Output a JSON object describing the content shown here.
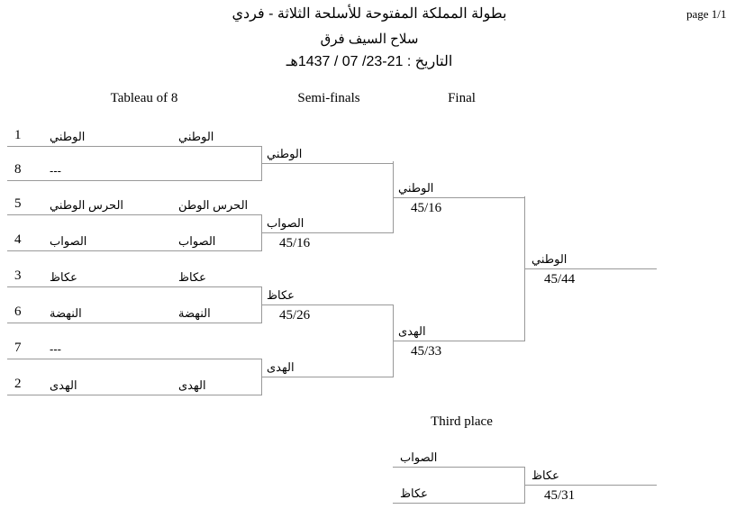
{
  "header": {
    "title": "بطولة المملكة المفتوحة للأسلحة الثلاثة - فردي",
    "subtitle": "سلاح السيف فرق",
    "date": "التاريخ : 21-23/ 07 / 1437هـ",
    "page": "page 1/1"
  },
  "rounds": [
    "Tableau of 8",
    "Semi-finals",
    "Final"
  ],
  "tableau": [
    {
      "seed": "1",
      "name": "الوطني",
      "result": "الوطني"
    },
    {
      "seed": "8",
      "name": "---",
      "result": ""
    },
    {
      "seed": "5",
      "name": "الحرس الوطني",
      "result": "الحرس الوطن"
    },
    {
      "seed": "4",
      "name": "الصواب",
      "result": "الصواب"
    },
    {
      "seed": "3",
      "name": "عكاظ",
      "result": "عكاظ"
    },
    {
      "seed": "6",
      "name": "النهضة",
      "result": "النهضة"
    },
    {
      "seed": "7",
      "name": "---",
      "result": ""
    },
    {
      "seed": "2",
      "name": "الهدى",
      "result": "الهدى"
    }
  ],
  "semis": [
    {
      "name": "الوطني",
      "score": ""
    },
    {
      "name": "الصواب",
      "score": "45/16"
    },
    {
      "name": "عكاظ",
      "score": "45/26"
    },
    {
      "name": "الهدى",
      "score": ""
    }
  ],
  "finals": [
    {
      "name": "الوطني",
      "score": "45/16"
    },
    {
      "name": "الهدى",
      "score": "45/33"
    }
  ],
  "winner": {
    "name": "الوطني",
    "score": "45/44"
  },
  "third": {
    "label": "Third place",
    "top": "الصواب",
    "bottom": "عكاظ",
    "winner": "عكاظ",
    "score": "45/31"
  }
}
